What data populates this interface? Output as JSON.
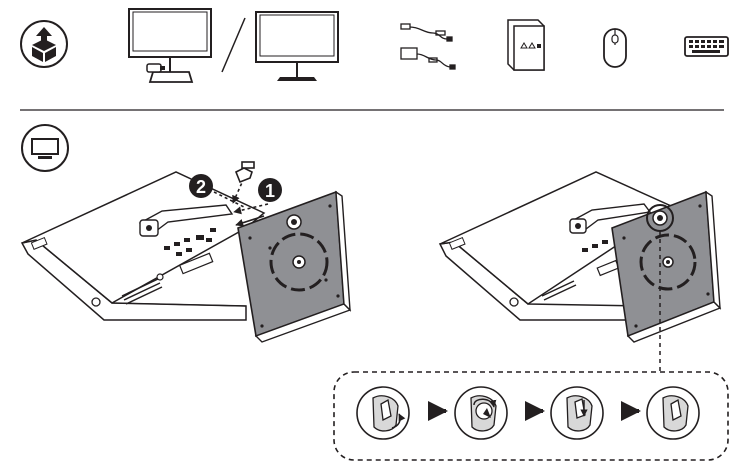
{
  "header": {
    "unbox_icon": "unbox-arrow-icon",
    "contents": [
      {
        "name": "monitor-with-base-icon"
      },
      {
        "name": "monitor-on-stand-icon"
      },
      {
        "name": "power-adapter-and-cable-icon"
      },
      {
        "name": "documentation-booklet-icon"
      },
      {
        "name": "mouse-icon"
      },
      {
        "name": "keyboard-icon"
      }
    ]
  },
  "section": {
    "icon": "monitor-icon"
  },
  "steps": [
    {
      "label": "1"
    },
    {
      "label": "2"
    }
  ],
  "detail": {
    "frames": 4,
    "sequence": [
      "lock-screw",
      "rotate-screw-handle",
      "tighten-screw",
      "screw-secured"
    ]
  },
  "colors": {
    "ink": "#231f20",
    "base_fill": "#8f9094",
    "panel_fill": "#ffffff",
    "inset_fill": "#d8d8d8"
  }
}
